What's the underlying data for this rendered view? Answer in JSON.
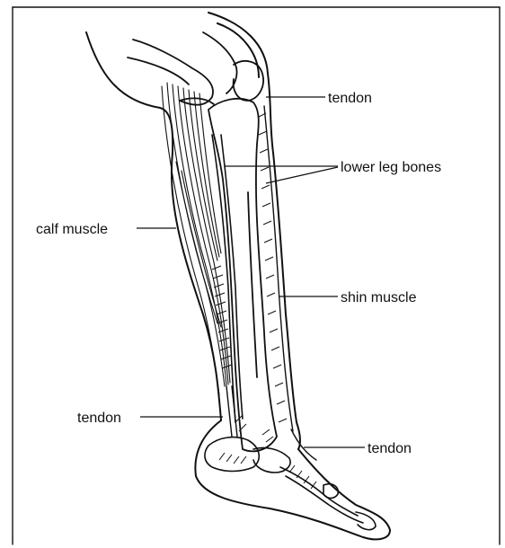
{
  "labels": {
    "tendon_knee": "tendon",
    "lower_leg_bones": "lower leg bones",
    "calf_muscle": "calf muscle",
    "shin_muscle": "shin muscle",
    "tendon_heel": "tendon",
    "tendon_ankle": "tendon"
  }
}
